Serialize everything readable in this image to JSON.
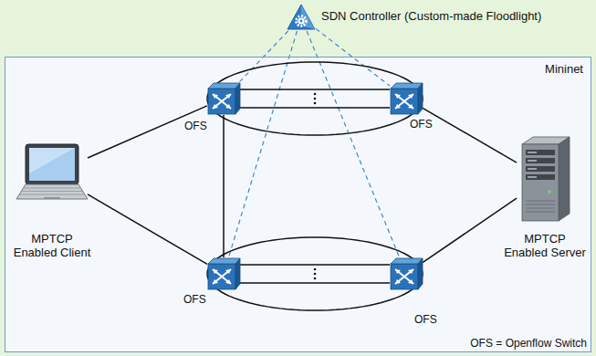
{
  "diagram": {
    "nodes": [
      {
        "text": [
          "SDN Controller (Custom-made Floodlight)"
        ]
      },
      {
        "text": [
          "Mininet"
        ]
      },
      {
        "text": [
          "OFS"
        ],
        "in": 1
      },
      {
        "text": [
          "OFS"
        ],
        "in": 1
      },
      {
        "text": [
          "MPTCP Enabled Client"
        ],
        "in": 1
      },
      {
        "text": [
          "MPTCP Enabled Server"
        ],
        "in": 1
      },
      {
        "text": [
          "OFS"
        ],
        "in": 1
      },
      {
        "text": [
          "OFS"
        ],
        "in": 1
      }
    ],
    "edges": [
      {
        "from": 0,
        "to": 2,
        "arrow": "none"
      },
      {
        "from": 0,
        "to": 3,
        "arrow": "none"
      },
      {
        "from": 0,
        "to": 6,
        "arrow": "none"
      },
      {
        "from": 0,
        "to": 7,
        "arrow": "none"
      },
      {
        "from": 4,
        "to": 2,
        "arrow": "none"
      },
      {
        "from": 4,
        "to": 6,
        "arrow": "none"
      },
      {
        "from": 3,
        "to": 5,
        "arrow": "none"
      },
      {
        "from": 7,
        "to": 5,
        "arrow": "none"
      },
      {
        "from": 2,
        "to": 3,
        "arrow": "none"
      },
      {
        "from": 2,
        "to": 3,
        "arrow": "none"
      },
      {
        "from": 2,
        "to": 3,
        "arrow": "none"
      },
      {
        "from": 2,
        "to": 3,
        "arrow": "none"
      },
      {
        "from": 6,
        "to": 7,
        "arrow": "none"
      },
      {
        "from": 6,
        "to": 7,
        "arrow": "none"
      },
      {
        "from": 6,
        "to": 7,
        "arrow": "none"
      },
      {
        "from": 6,
        "to": 7,
        "arrow": "none"
      },
      {
        "from": 2,
        "to": 6,
        "arrow": "none"
      }
    ],
    "labels": [
      "OFS = Openflow Switch"
    ]
  }
}
